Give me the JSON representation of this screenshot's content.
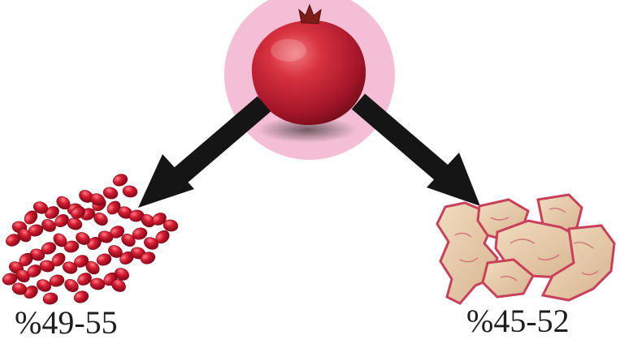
{
  "diagram": {
    "source": {
      "name": "pomegranate-fruit-icon"
    },
    "outputs": [
      {
        "id": "seeds",
        "icon": "pomegranate-seeds-icon",
        "label": "%49-55"
      },
      {
        "id": "peel",
        "icon": "pomegranate-peel-icon",
        "label": "%45-52"
      }
    ],
    "colors": {
      "halo": "#f4bfd6",
      "fruit": "#c8243a",
      "seed": "#d0182c",
      "peel": "#e8c9a4",
      "peel_red": "#c9405a",
      "arrow": "#151515"
    }
  }
}
